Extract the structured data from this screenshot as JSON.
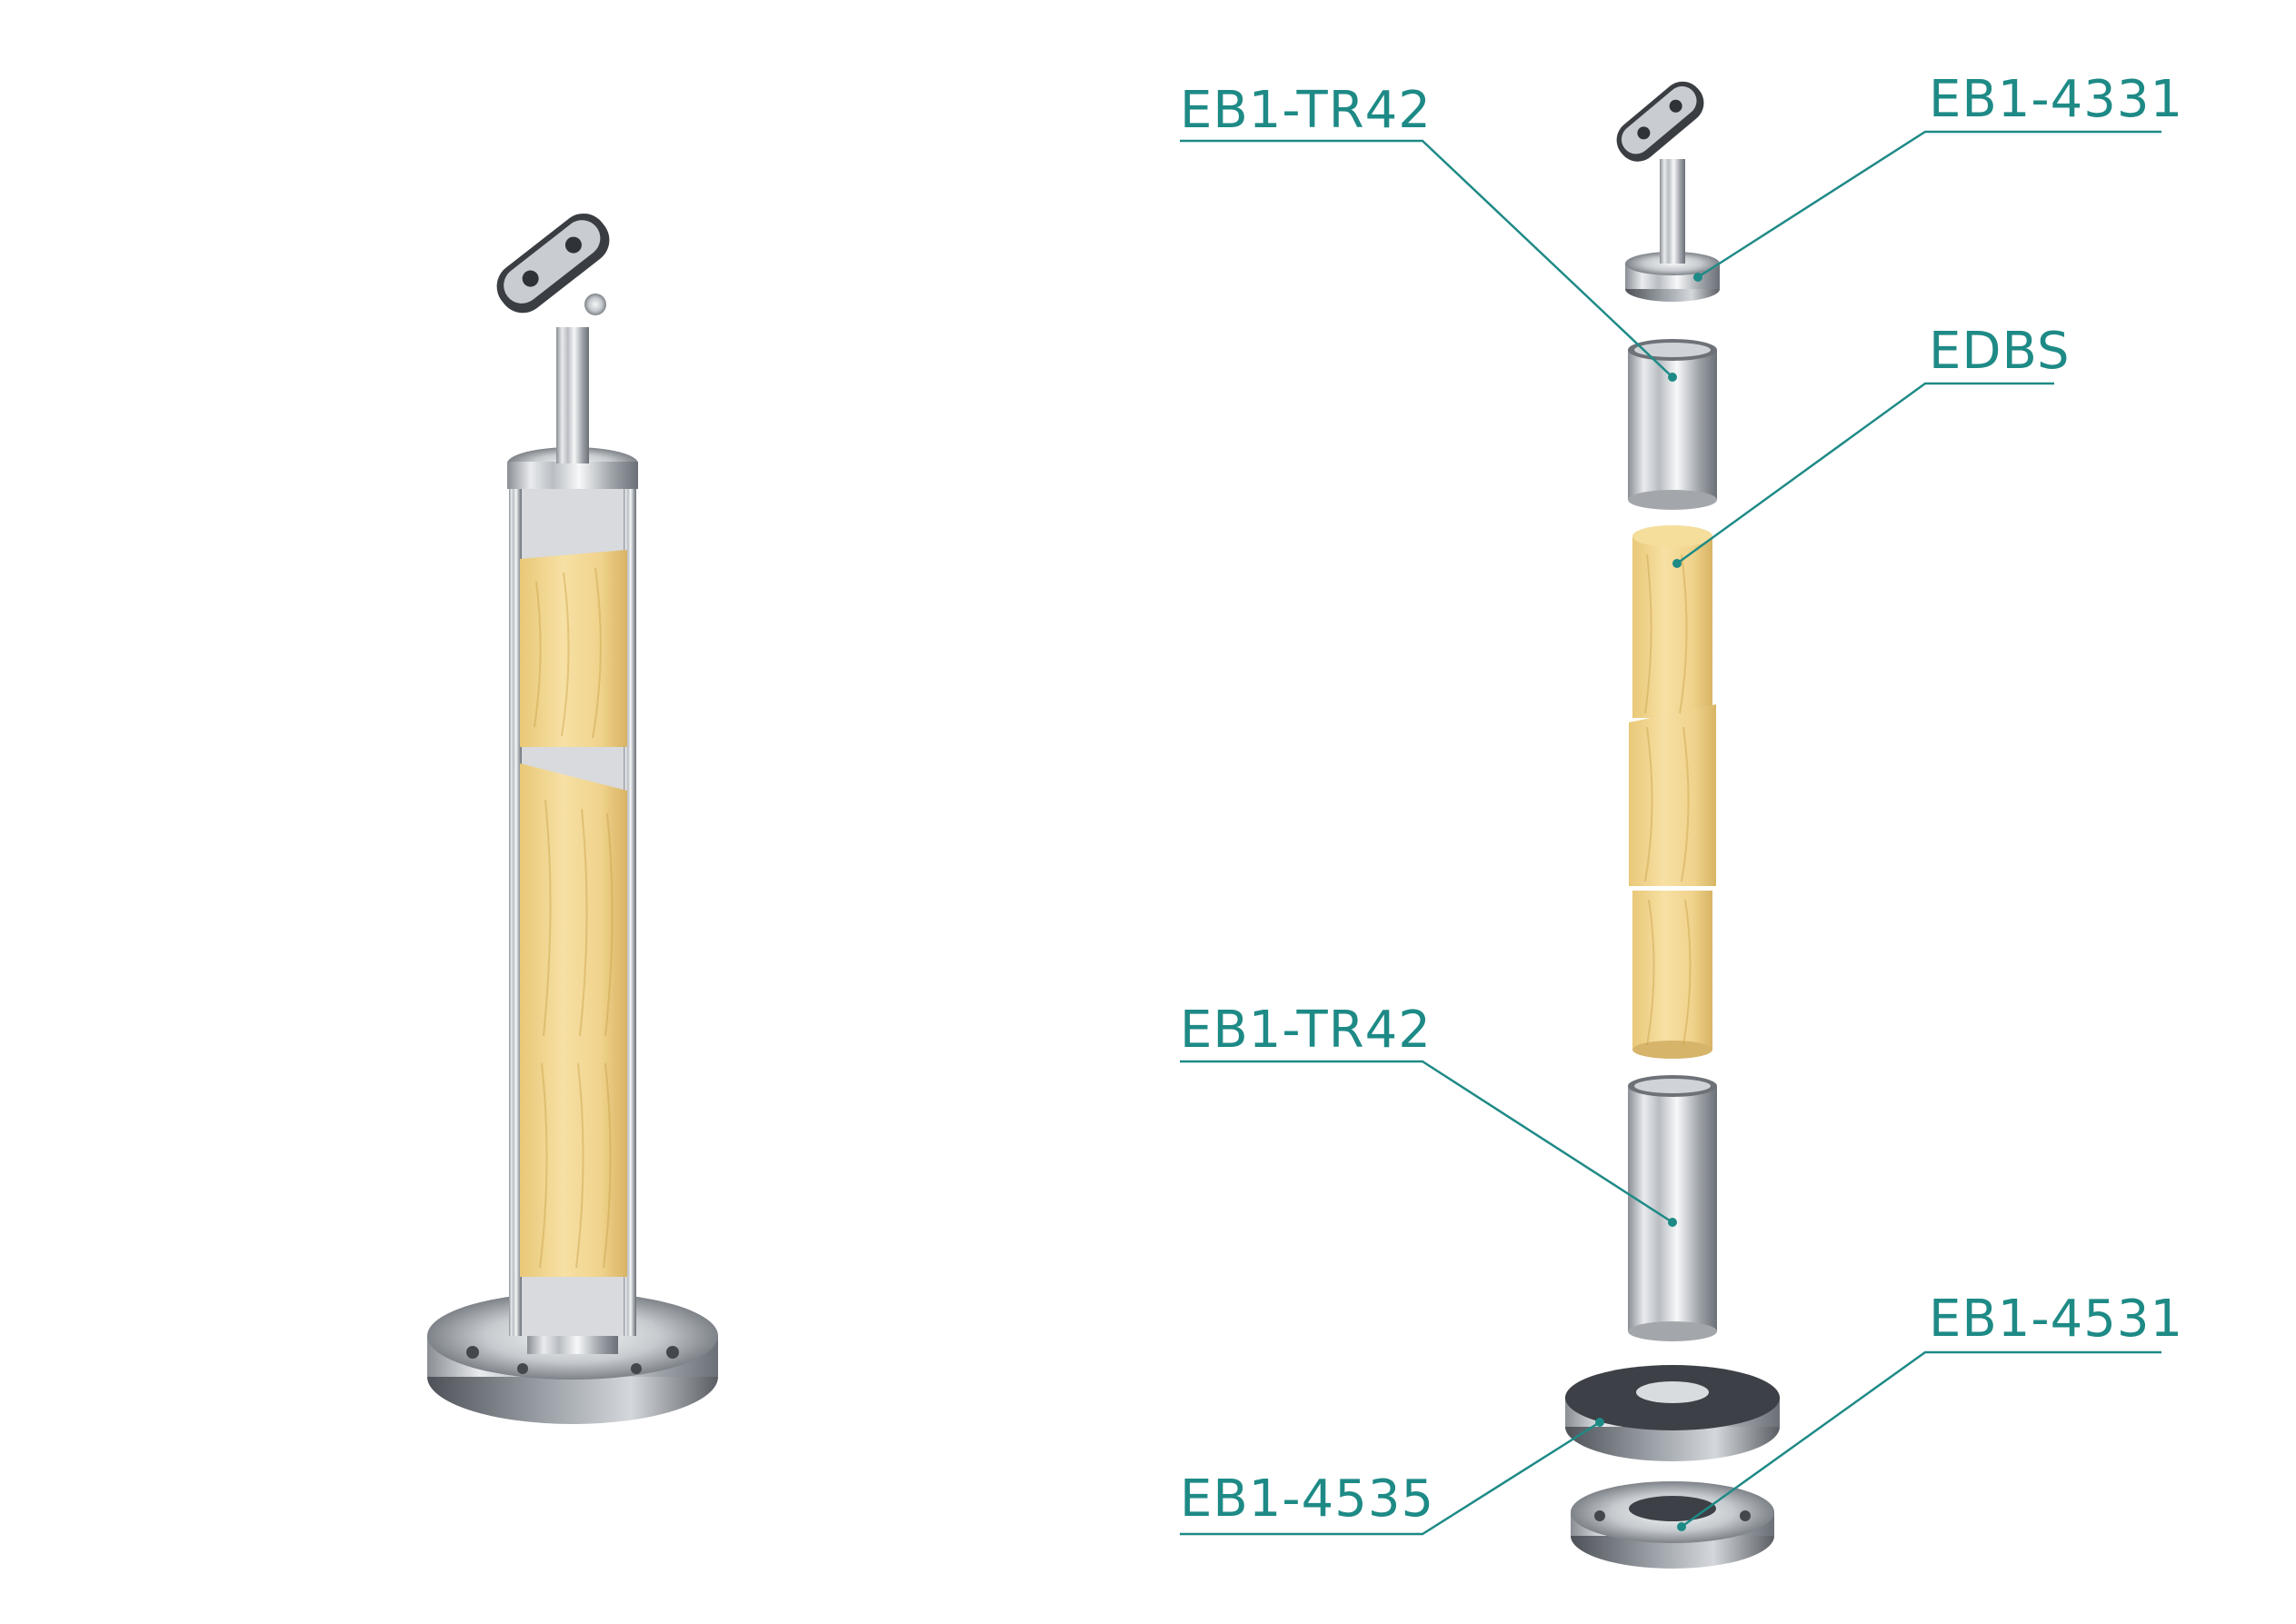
{
  "labels": {
    "top_tube": "EB1-TR42",
    "head": "EB1-4331",
    "wood_core": "EDBS",
    "bottom_tube": "EB1-TR42",
    "base_plate": "EB1-4531",
    "cover": "EB1-4535"
  },
  "colors": {
    "label": "#1e8a86",
    "wood": "#f2d58f",
    "steel_light": "#eef0f2",
    "steel_dark": "#5c6066"
  }
}
